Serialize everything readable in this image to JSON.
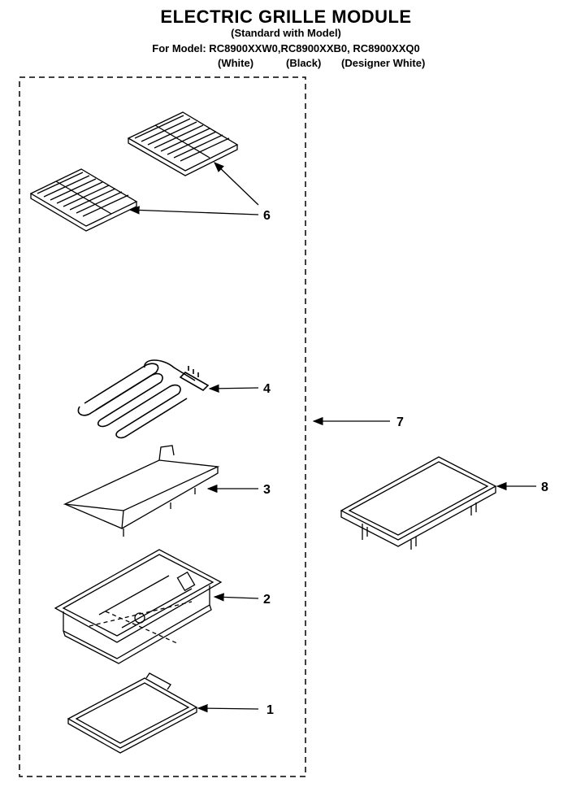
{
  "header": {
    "title": "ELECTRIC GRILLE MODULE",
    "subtitle": "(Standard with Model)",
    "models_line": "For Model: RC8900XXW0,RC8900XXB0, RC8900XXQ0",
    "variant_white": "(White)",
    "variant_black": "(Black)",
    "variant_designer_white": "(Designer White)"
  },
  "callouts": {
    "part_1": "1",
    "part_2": "2",
    "part_3": "3",
    "part_4": "4",
    "part_6": "6",
    "part_7": "7",
    "part_8": "8"
  },
  "parts_depicted": [
    "grille-grates",
    "heating-element",
    "reflector-shield",
    "grille-pan",
    "drip-tray",
    "module-assembly",
    "griddle"
  ]
}
